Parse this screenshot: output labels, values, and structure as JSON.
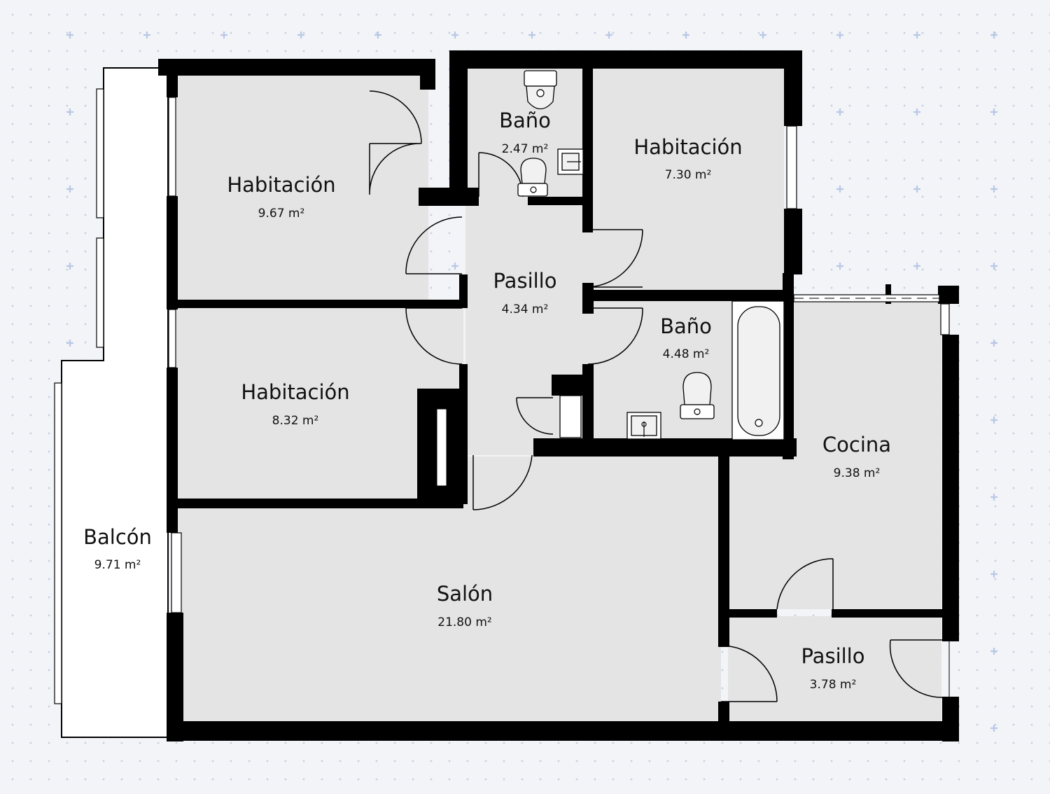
{
  "rooms": [
    {
      "id": "bedroom-1",
      "name": "Habitación",
      "area": "9.67 m²"
    },
    {
      "id": "bathroom-1",
      "name": "Baño",
      "area": "2.47 m²"
    },
    {
      "id": "bedroom-2",
      "name": "Habitación",
      "area": "7.30 m²"
    },
    {
      "id": "hallway-1",
      "name": "Pasillo",
      "area": "4.34 m²"
    },
    {
      "id": "bathroom-2",
      "name": "Baño",
      "area": "4.48 m²"
    },
    {
      "id": "bedroom-3",
      "name": "Habitación",
      "area": "8.32 m²"
    },
    {
      "id": "kitchen",
      "name": "Cocina",
      "area": "9.38 m²"
    },
    {
      "id": "balcony",
      "name": "Balcón",
      "area": "9.71 m²"
    },
    {
      "id": "living-room",
      "name": "Salón",
      "area": "21.80 m²"
    },
    {
      "id": "hallway-2",
      "name": "Pasillo",
      "area": "3.78 m²"
    }
  ],
  "colors": {
    "background": "#f3f4f8",
    "floor": "#e4e4e4",
    "wall": "#000000",
    "dot": "#c9d3e4",
    "plus": "#b8c8e6"
  }
}
